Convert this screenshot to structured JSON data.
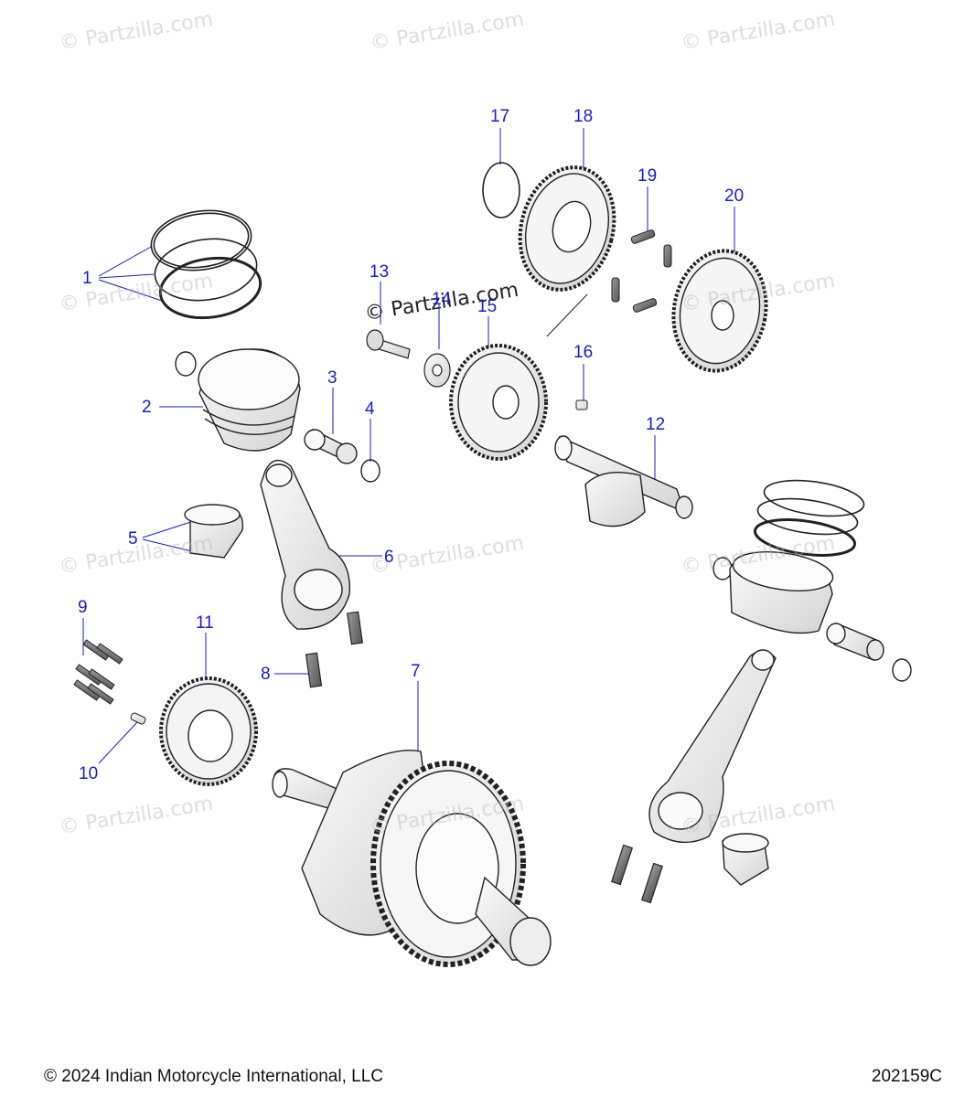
{
  "watermark_text": "© Partzilla.com",
  "callouts": [
    "1",
    "2",
    "3",
    "4",
    "5",
    "6",
    "7",
    "8",
    "9",
    "10",
    "11",
    "12",
    "13",
    "14",
    "15",
    "16",
    "17",
    "18",
    "19",
    "20"
  ],
  "footer": {
    "copyright": "© 2024 Indian Motorcycle International, LLC",
    "diagram_id": "202159C"
  },
  "colors": {
    "callout": "#1a1adb",
    "line": "#222222",
    "part_fill": "#f2f2f2"
  }
}
